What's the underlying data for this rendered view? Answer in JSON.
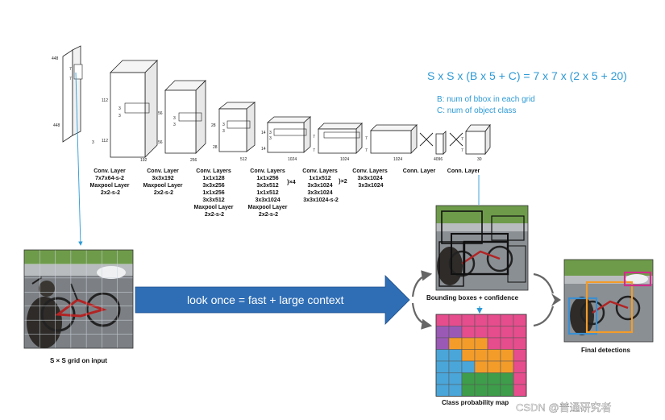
{
  "formula": "S x S x (B x 5 + C) = 7 x 7 x (2 x 5 + 20)",
  "legend": {
    "b": "B: num of bbox in each grid",
    "c": "C: num of object class"
  },
  "input_dims": {
    "h": "448",
    "w": "448",
    "c": "3",
    "k1": "7",
    "k2": "7"
  },
  "blocks": [
    {
      "dims": [
        "112",
        "112",
        "192"
      ],
      "kernel": [
        "3",
        "3"
      ]
    },
    {
      "dims": [
        "56",
        "56",
        "256"
      ],
      "kernel": [
        "3",
        "3"
      ]
    },
    {
      "dims": [
        "28",
        "28",
        "512"
      ],
      "kernel": [
        "3",
        "3"
      ]
    },
    {
      "dims": [
        "14",
        "14",
        "1024"
      ],
      "kernel": [
        "3",
        "3"
      ]
    },
    {
      "dims": [
        "7",
        "7",
        "1024"
      ]
    },
    {
      "dims": [
        "7",
        "7",
        "1024"
      ]
    },
    {
      "dims": [
        "4096"
      ]
    },
    {
      "dims": [
        "7",
        "7",
        "30"
      ]
    }
  ],
  "layer_texts": [
    [
      "Conv. Layer",
      "7x7x64-s-2",
      "Maxpool Layer",
      "2x2-s-2"
    ],
    [
      "Conv. Layer",
      "3x3x192",
      "Maxpool Layer",
      "2x2-s-2"
    ],
    [
      "Conv. Layers",
      "1x1x128",
      "3x3x256",
      "1x1x256",
      "3x3x512",
      "Maxpool Layer",
      "2x2-s-2"
    ],
    [
      "Conv. Layers",
      "1x1x256",
      "3x3x512",
      "1x1x512",
      "3x3x1024",
      "Maxpool Layer",
      "2x2-s-2"
    ],
    [
      "Conv. Layers",
      "1x1x512",
      "3x3x1024",
      "3x3x1024",
      "3x3x1024-s-2"
    ],
    [
      "Conv. Layers",
      "3x3x1024",
      "3x3x1024"
    ],
    [
      "Conn. Layer"
    ],
    [
      "Conn. Layer"
    ]
  ],
  "repeat_x4": "}×4",
  "repeat_x2": "}×2",
  "arrow_text": "look once = fast + large context",
  "captions": {
    "grid_input": "S × S grid on input",
    "bbox": "Bounding boxes + confidence",
    "class_map": "Class probability map",
    "final": "Final detections"
  },
  "watermark": "CSDN @普通研究者",
  "colors": {
    "accent_blue": "#2d9ad6",
    "arrow_blue": "#2f6eb5",
    "detection_orange": "#f39c2a",
    "detection_magenta": "#d22c8a",
    "detection_blue": "#3a8fd1"
  },
  "class_map_colors": [
    "#e54d8c",
    "#f39c2a",
    "#4aa6d9",
    "#3e9d4a",
    "#9b59b6"
  ],
  "class_map_grid": [
    [
      0,
      0,
      0,
      0,
      0,
      0,
      0
    ],
    [
      4,
      4,
      0,
      0,
      0,
      0,
      0
    ],
    [
      4,
      1,
      1,
      1,
      0,
      0,
      0
    ],
    [
      2,
      2,
      1,
      1,
      1,
      1,
      0
    ],
    [
      2,
      2,
      2,
      1,
      1,
      1,
      0
    ],
    [
      2,
      2,
      3,
      3,
      3,
      3,
      0
    ],
    [
      2,
      2,
      3,
      3,
      3,
      3,
      0
    ]
  ]
}
